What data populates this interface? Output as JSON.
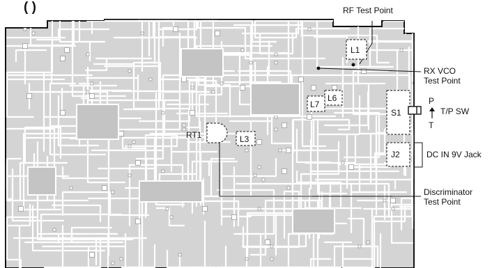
{
  "diagram": {
    "title_fragment": "(                    )",
    "callouts": {
      "rf_test_point": "RF Test Point",
      "rx_vco_line1": "RX VCO",
      "rx_vco_line2": "Test Point",
      "switch_pos_p": "P",
      "switch_pos_t": "T",
      "switch_name": "T/P SW",
      "dc_jack": "DC IN 9V Jack",
      "discriminator_line1": "Discriminator",
      "discriminator_line2": "Test Point"
    },
    "components": {
      "l1": "L1",
      "l6": "L6",
      "l7": "L7",
      "l3": "L3",
      "s1": "S1",
      "j2": "J2",
      "rt1": "RT1"
    },
    "colors": {
      "ink": "#111111",
      "board_fill": "#d4d4d4",
      "trace": "#ffffff",
      "component_dash": "#111111"
    }
  }
}
